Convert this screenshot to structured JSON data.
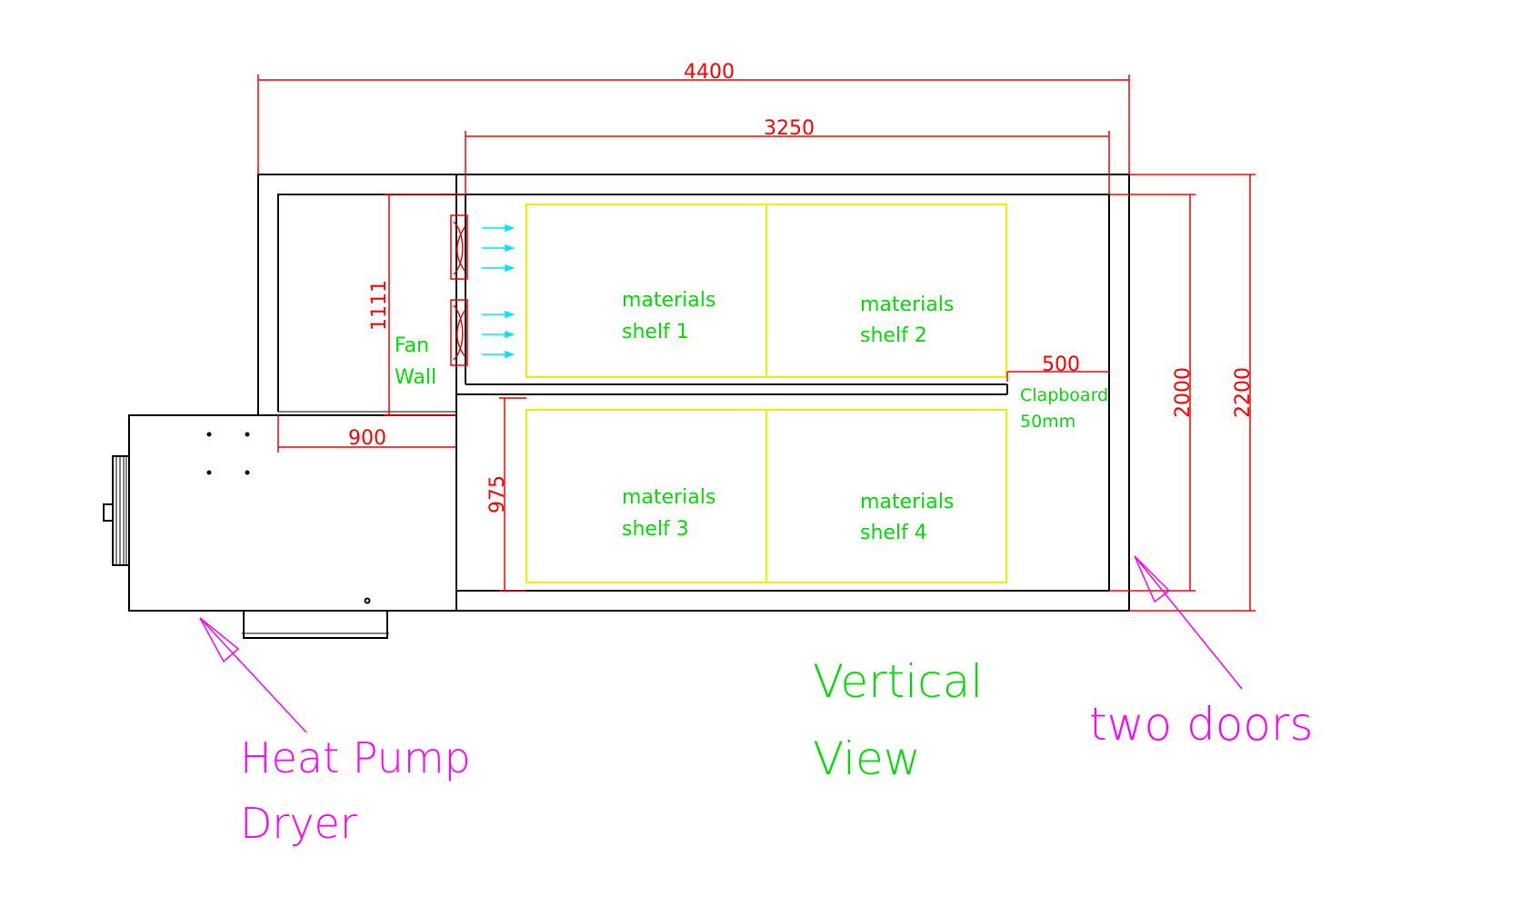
{
  "colors": {
    "outline": "#000000",
    "dimension": "#ff0000",
    "label": "#00dd00",
    "shelf": "#eeee00",
    "annotation": "#ff00ff",
    "airflow": "#00e5ff"
  },
  "dimensions": {
    "overall_length": "4400",
    "inner_length": "3250",
    "fan_wall_height": "1111",
    "heat_pump_width": "900",
    "lower_chamber_height": "975",
    "clapboard_gap": "500",
    "inner_width": "2000",
    "overall_width": "2200"
  },
  "labels": {
    "fan_wall": [
      "Fan",
      "Wall"
    ],
    "shelf_1": [
      "materials",
      "shelf 1"
    ],
    "shelf_2": [
      "materials",
      "shelf 2"
    ],
    "shelf_3": [
      "materials",
      "shelf 3"
    ],
    "shelf_4": [
      "materials",
      "shelf 4"
    ],
    "clapboard": [
      "Clapboard",
      "50mm"
    ]
  },
  "annotations": {
    "heat_pump": [
      "Heat Pump",
      "Dryer"
    ],
    "view": [
      "Vertical",
      "View"
    ],
    "doors": "two doors"
  },
  "icons": {
    "fan": "fan-icon",
    "airflow": "arrow-right-icon",
    "pointer": "arrow-pointer-icon"
  }
}
